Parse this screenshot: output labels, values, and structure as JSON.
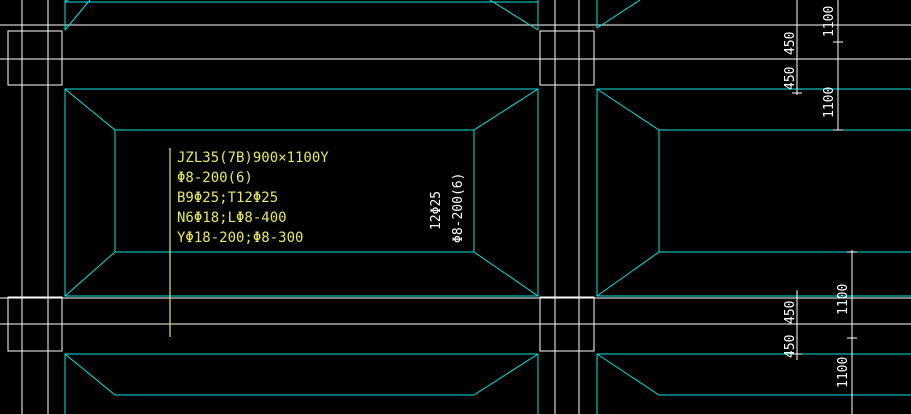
{
  "colors": {
    "background": "#000000",
    "beam_lines": "#ffffff",
    "cap_outline": "#00e5e5",
    "annotation": "#e8e85a",
    "dimension": "#ffffff"
  },
  "beam_annotation": {
    "lines": [
      "JZL35(7B)900×1100Y",
      "Φ8-200(6)",
      "B9Φ25;T12Φ25",
      "N6Φ18;LΦ8-400",
      "YΦ18-200;Φ8-300"
    ]
  },
  "vertical_note": {
    "line1": "12Φ25",
    "line2": "Φ8-200(6)"
  },
  "dimensions": {
    "top_right": [
      "450",
      "1100",
      "450",
      "1100"
    ],
    "bottom_right": [
      "450",
      "1100",
      "450",
      "1100"
    ]
  }
}
